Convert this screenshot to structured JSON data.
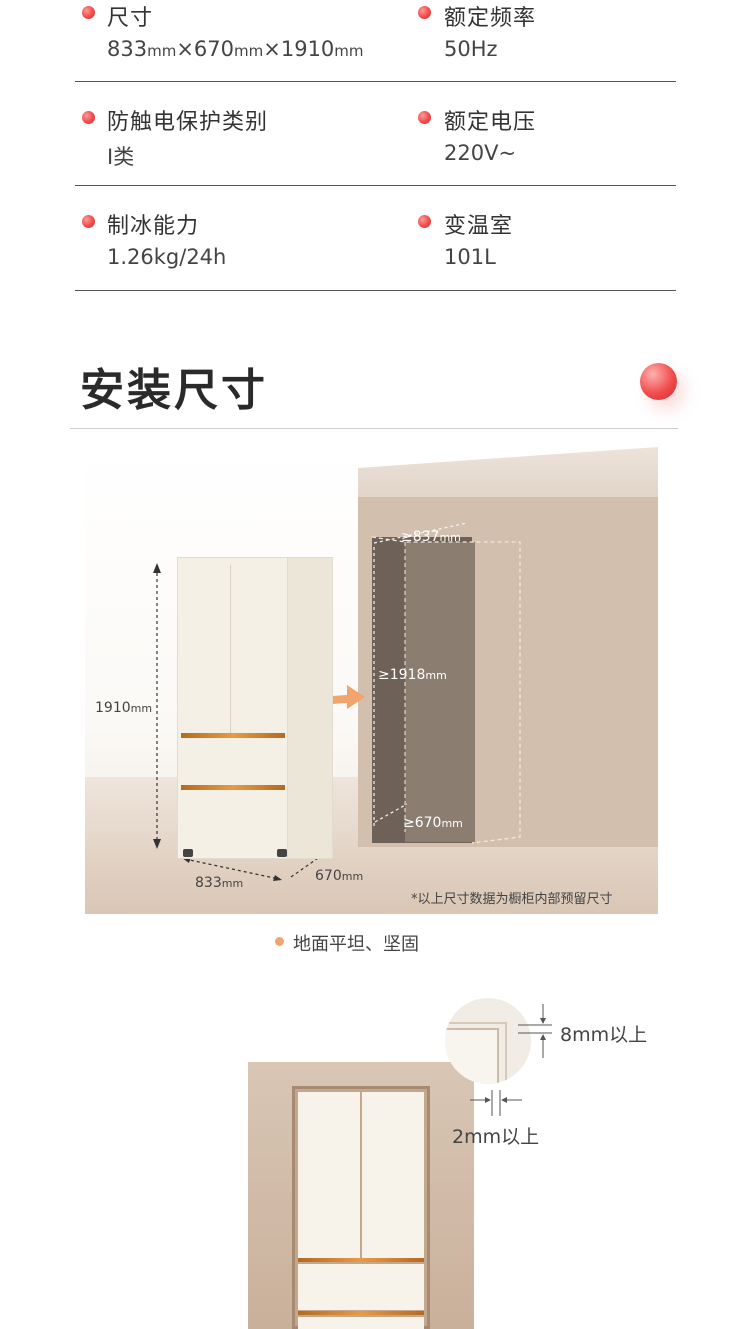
{
  "specs": [
    {
      "label": "尺寸",
      "value_parts": [
        {
          "t": "833"
        },
        {
          "t": "mm",
          "small": true
        },
        {
          "t": "×670"
        },
        {
          "t": "mm",
          "small": true
        },
        {
          "t": "×1910"
        },
        {
          "t": "mm",
          "small": true
        }
      ]
    },
    {
      "label": "额定频率",
      "value_parts": [
        {
          "t": "50Hz"
        }
      ]
    },
    {
      "label": "防触电保护类别",
      "value_parts": [
        {
          "t": "I类"
        }
      ]
    },
    {
      "label": "额定电压",
      "value_parts": [
        {
          "t": "220V~"
        }
      ]
    },
    {
      "label": "制冰能力",
      "value_parts": [
        {
          "t": "1.26kg/24h"
        }
      ]
    },
    {
      "label": "变温室",
      "value_parts": [
        {
          "t": "101L"
        }
      ]
    }
  ],
  "section_title": "安装尺寸",
  "scene": {
    "fridge_height": "1910",
    "fridge_width": "833",
    "fridge_depth": "670",
    "unit": "mm",
    "niche_width": "≥837",
    "niche_height": "≥1918",
    "niche_depth": "≥670",
    "note": "*以上尺寸数据为橱柜内部预留尺寸"
  },
  "floor_note": "地面平坦、坚固",
  "gaps": {
    "top_gap": "8mm以上",
    "side_gap": "2mm以上"
  },
  "colors": {
    "accent_red": "#f04a4a",
    "accent_orange": "#f2a46d",
    "fridge_body": "#f5f0e6",
    "gold_trim": "#d98a35"
  }
}
